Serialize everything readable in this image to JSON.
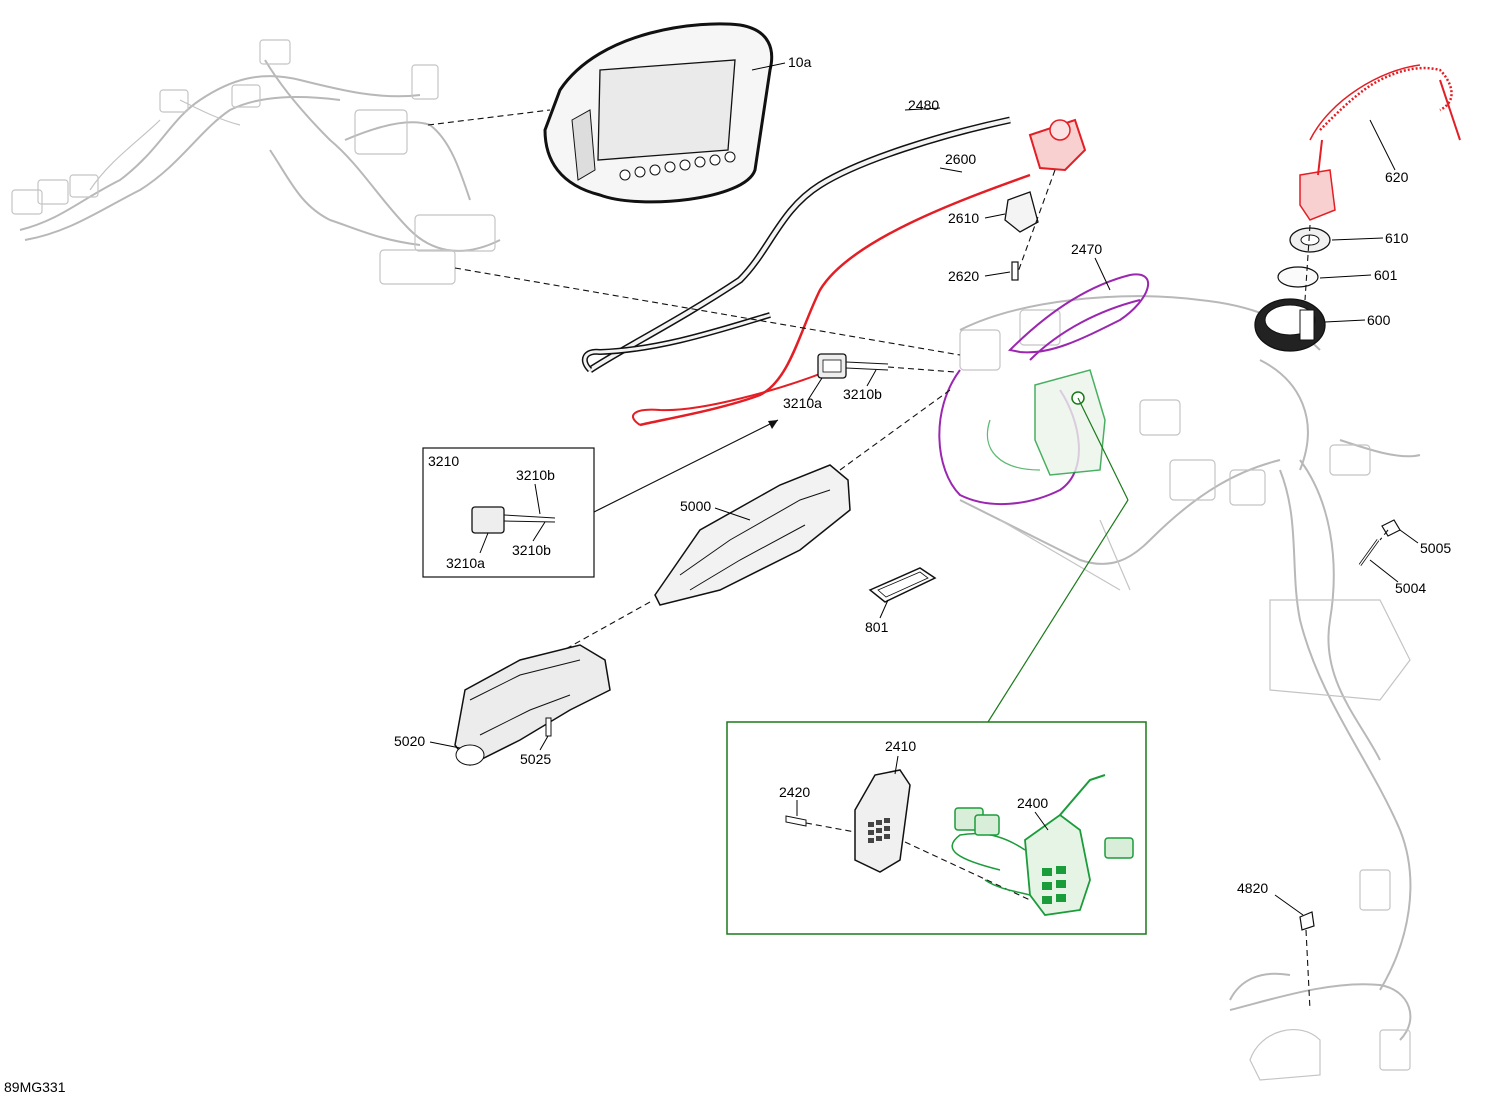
{
  "diagram_ref": "89MG331",
  "colors": {
    "red_parts": "#e31e24",
    "green_parts": "#1b9c3a",
    "purple_parts": "#9b27b0",
    "inset_frame_green": "#1a7a1a",
    "line": "#111111",
    "ghost": "#b8b8b8"
  },
  "callouts": {
    "c10a": "10a",
    "c2480": "2480",
    "c2600": "2600",
    "c2610": "2610",
    "c2620": "2620",
    "c2470": "2470",
    "c620": "620",
    "c610": "610",
    "c601": "601",
    "c600": "600",
    "c3210a": "3210a",
    "c3210b": "3210b",
    "c5000": "5000",
    "c801": "801",
    "c5005": "5005",
    "c5004": "5004",
    "c5020": "5020",
    "c5025": "5025",
    "c2410": "2410",
    "c2420": "2420",
    "c2400": "2400",
    "c4820": "4820"
  },
  "inset_3210": {
    "title": "3210",
    "c3210b_top": "3210b",
    "c3210b_bottom": "3210b",
    "c3210a": "3210a"
  }
}
